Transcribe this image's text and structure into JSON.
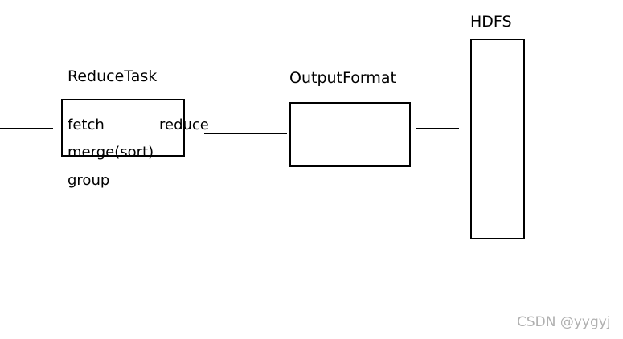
{
  "reduce_task": {
    "title": "ReduceTask",
    "steps": {
      "fetch": "fetch",
      "reduce": "reduce",
      "merge": "merge(sort)",
      "group": "group"
    }
  },
  "output_format": {
    "title": "OutputFormat"
  },
  "hdfs": {
    "title": "HDFS"
  },
  "watermark": "CSDN @yygyj"
}
